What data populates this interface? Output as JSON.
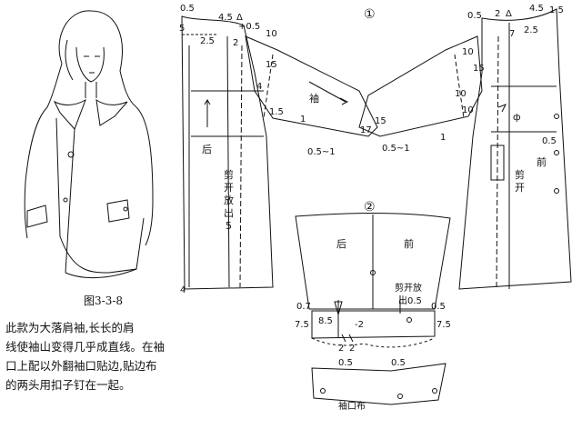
{
  "figure_number": "图3-3-8",
  "description_lines": [
    "此款为大落肩袖,长长的肩",
    "线使袖山变得几乎成直线。在袖",
    "口上配以外翻袖口贴边,贴边布",
    "的两头用扣子钉在一起。"
  ],
  "circled": [
    "①",
    "②"
  ],
  "panel_labels": {
    "back": "后",
    "front": "前",
    "sleeve": "袖",
    "cuff": "袖口布",
    "slit_back": [
      "剪",
      "开",
      "放",
      "出",
      "5"
    ],
    "slit_front": [
      "剪",
      "开"
    ],
    "sleeve_back": "后",
    "sleeve_front": "前",
    "sleeve_slit": "剪开放",
    "sleeve_slit2": "出0.5"
  },
  "measures": {
    "m0_5": "0.5",
    "m5": "5",
    "m4_5": "4.5",
    "m2_5": "2.5",
    "m2": "2",
    "mplus0_5": "+0.5",
    "m10": "10",
    "m15": "15",
    "m4": "4",
    "m1_5": "1.5",
    "m1": "1",
    "m17": "17",
    "m0_5_1": "0.5~1",
    "m7": "7",
    "m0_7": "0.7",
    "m7_5": "7.5",
    "m8_5": "8.5",
    "mminus2": "-2",
    "delta": "Δ",
    "phi": "ф"
  }
}
